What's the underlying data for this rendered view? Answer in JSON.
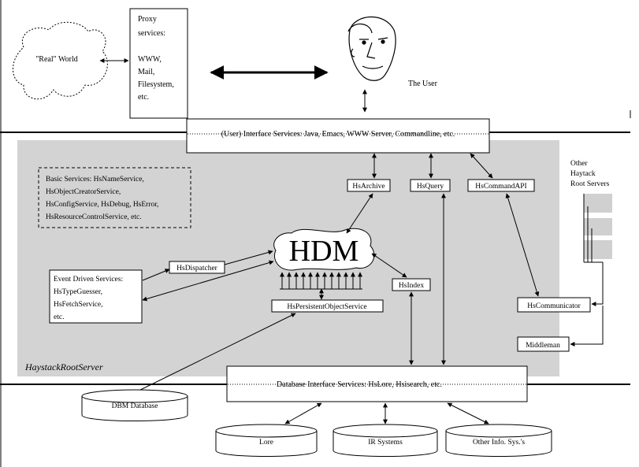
{
  "nodes": {
    "real_world": "\"Real\" World",
    "proxy_services": [
      "Proxy",
      "services:",
      "",
      "WWW,",
      "Mail,",
      "Filesystem,",
      "etc."
    ],
    "user": "The User",
    "interface_services": "(User) Interface Services: Java, Emacs, WWW Server, Commandline, etc.",
    "hs_archive": "HsArchive",
    "hs_query": "HsQuery",
    "hs_command_api": "HsCommandAPI",
    "other_servers": [
      "Other",
      "Haytack",
      "Root Servers"
    ],
    "basic_services": [
      "Basic Services: HsNameService,",
      "HsObjectCreatorService,",
      "HsConfigService, HsDebug, HsError,",
      "HsResourceControlService, etc."
    ],
    "hdm": "HDM",
    "hs_dispatcher": "HsDispatcher",
    "event_services": [
      "Event Driven Services:",
      "HsTypeGuesser,",
      "HsFetchService,",
      "etc."
    ],
    "hs_index": "HsIndex",
    "hs_persistent": "HsPersistentObjectService",
    "hs_communicator": "HsCommunicator",
    "middleman": "Middleman",
    "root_server": "HaystackRootServer",
    "database_services": "Database Interface Services: HsLore, Hsisearch, etc.",
    "dbm_database": "DBM Database",
    "lore": "Lore",
    "ir_systems": "IR Systems",
    "other_info": "Other Info. Sys.'s"
  },
  "colors": {
    "server_region": "#d3d3d3",
    "stack_box": "#d0d0d0"
  }
}
